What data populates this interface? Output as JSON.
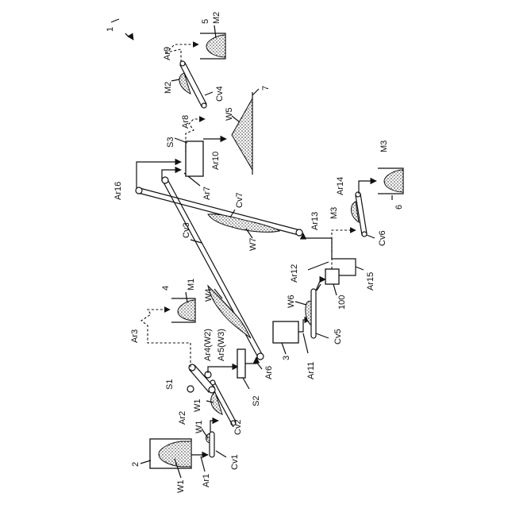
{
  "figure": {
    "system_ref": "1",
    "equipment": {
      "hopper_2": "2",
      "crusher_3": "3",
      "bin_4": "4",
      "bin_5": "5",
      "bin_6": "6",
      "yard_7": "7",
      "device_100": "100"
    },
    "separators": {
      "s1": "S1",
      "s2": "S2",
      "s3": "S3"
    },
    "conveyors": {
      "cv1": "Cv1",
      "cv2": "Cv2",
      "cv3": "Cv3",
      "cv4": "Cv4",
      "cv5": "Cv5",
      "cv6": "Cv6",
      "cv7": "Cv7"
    },
    "materials": {
      "w1_hopper": "W1",
      "w1_cv1": "W1",
      "w1_cv2": "W1",
      "w4": "W4",
      "w5": "W5",
      "w6": "W6",
      "w7": "W7",
      "m1": "M1",
      "m2_bin": "M2",
      "m2_belt": "M2",
      "m3_bin": "M3",
      "m3_flow": "M3"
    },
    "arrows": {
      "ar1": "Ar1",
      "ar2": "Ar2",
      "ar3": "Ar3",
      "ar4": "Ar4(W2)",
      "ar5": "Ar5(W3)",
      "ar6": "Ar6",
      "ar7": "Ar7",
      "ar8": "Ar8",
      "ar9": "Ar9",
      "ar10": "Ar10",
      "ar11": "Ar11",
      "ar12": "Ar12",
      "ar13": "Ar13",
      "ar14": "Ar14",
      "ar15": "Ar15",
      "ar16": "Ar16"
    }
  }
}
